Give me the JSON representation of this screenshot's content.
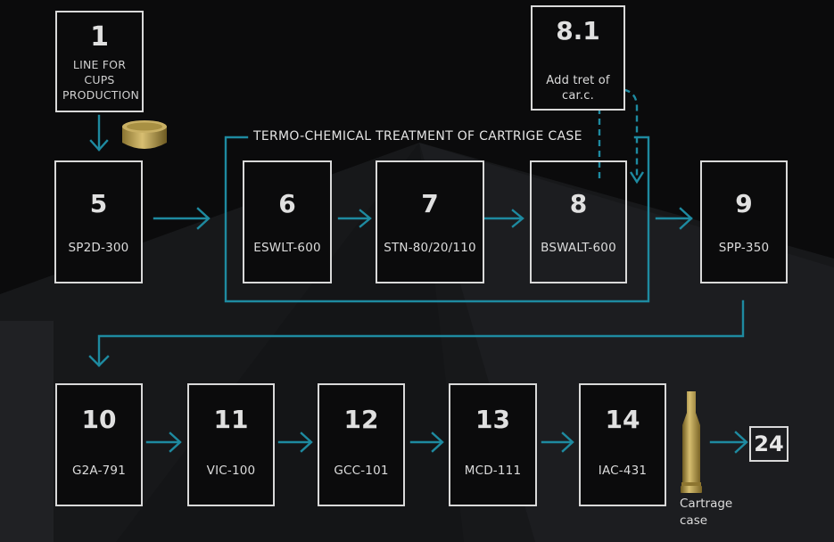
{
  "boxes": {
    "b1": {
      "num": "1",
      "label": "LINE FOR CUPS PRODUCTION"
    },
    "b81": {
      "num": "8.1",
      "label": "Add tret of car.c."
    },
    "b5": {
      "num": "5",
      "label": "SP2D-300"
    },
    "b6": {
      "num": "6",
      "label": "ESWLT-600"
    },
    "b7": {
      "num": "7",
      "label": "STN-80/20/110"
    },
    "b8": {
      "num": "8",
      "label": "BSWALT-600"
    },
    "b9": {
      "num": "9",
      "label": "SPP-350"
    },
    "b10": {
      "num": "10",
      "label": "G2A-791"
    },
    "b11": {
      "num": "11",
      "label": "VIC-100"
    },
    "b12": {
      "num": "12",
      "label": "GCC-101"
    },
    "b13": {
      "num": "13",
      "label": "MCD-111"
    },
    "b14": {
      "num": "14",
      "label": "IAC-431"
    },
    "b24": {
      "num": "24"
    }
  },
  "group_label": "TERMO-CHEMICAL TREATMENT OF CARTRIGE CASE",
  "cartridge_caption": "Cartrage case",
  "colors": {
    "arrow": "#1e8aa0",
    "border": "#d9d9d9",
    "background": "#0b0b0c"
  },
  "icons": [
    "cup-icon",
    "cartridge-case-icon"
  ]
}
